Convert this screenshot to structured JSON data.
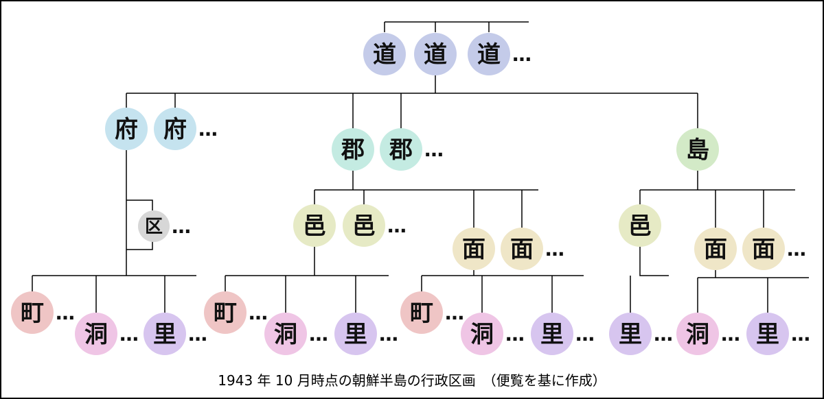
{
  "caption": "1943 年 10 月時点の朝鮮半島の行政区画　（便覧を基に作成）",
  "ellipsis": "…",
  "colors": {
    "do": "#c4cbe9",
    "fu": "#c5e3ef",
    "gun": "#c4ebe2",
    "shima": "#d3eac7",
    "ku": "#d7d7d7",
    "yu": "#e6eac5",
    "men": "#efe6c7",
    "cho": "#efc5c5",
    "dong": "#efc5e5",
    "ri": "#d7c5ef"
  },
  "nodes": {
    "do": [
      "道",
      "道",
      "道"
    ],
    "fu": [
      "府",
      "府"
    ],
    "gun": [
      "郡",
      "郡"
    ],
    "shima": [
      "島"
    ],
    "ku": [
      "区"
    ],
    "fu_leaves": [
      "町",
      "洞",
      "里"
    ],
    "gun_yu": [
      "邑",
      "邑"
    ],
    "gun_men": [
      "面",
      "面"
    ],
    "gun_yu_leaves": [
      "町",
      "洞",
      "里"
    ],
    "gun_men_leaves": [
      "町",
      "洞",
      "里"
    ],
    "shima_yu": [
      "邑"
    ],
    "shima_men": [
      "面",
      "面"
    ],
    "shima_yu_leaves": [
      "里"
    ],
    "shima_men_leaves": [
      "洞",
      "里"
    ]
  }
}
